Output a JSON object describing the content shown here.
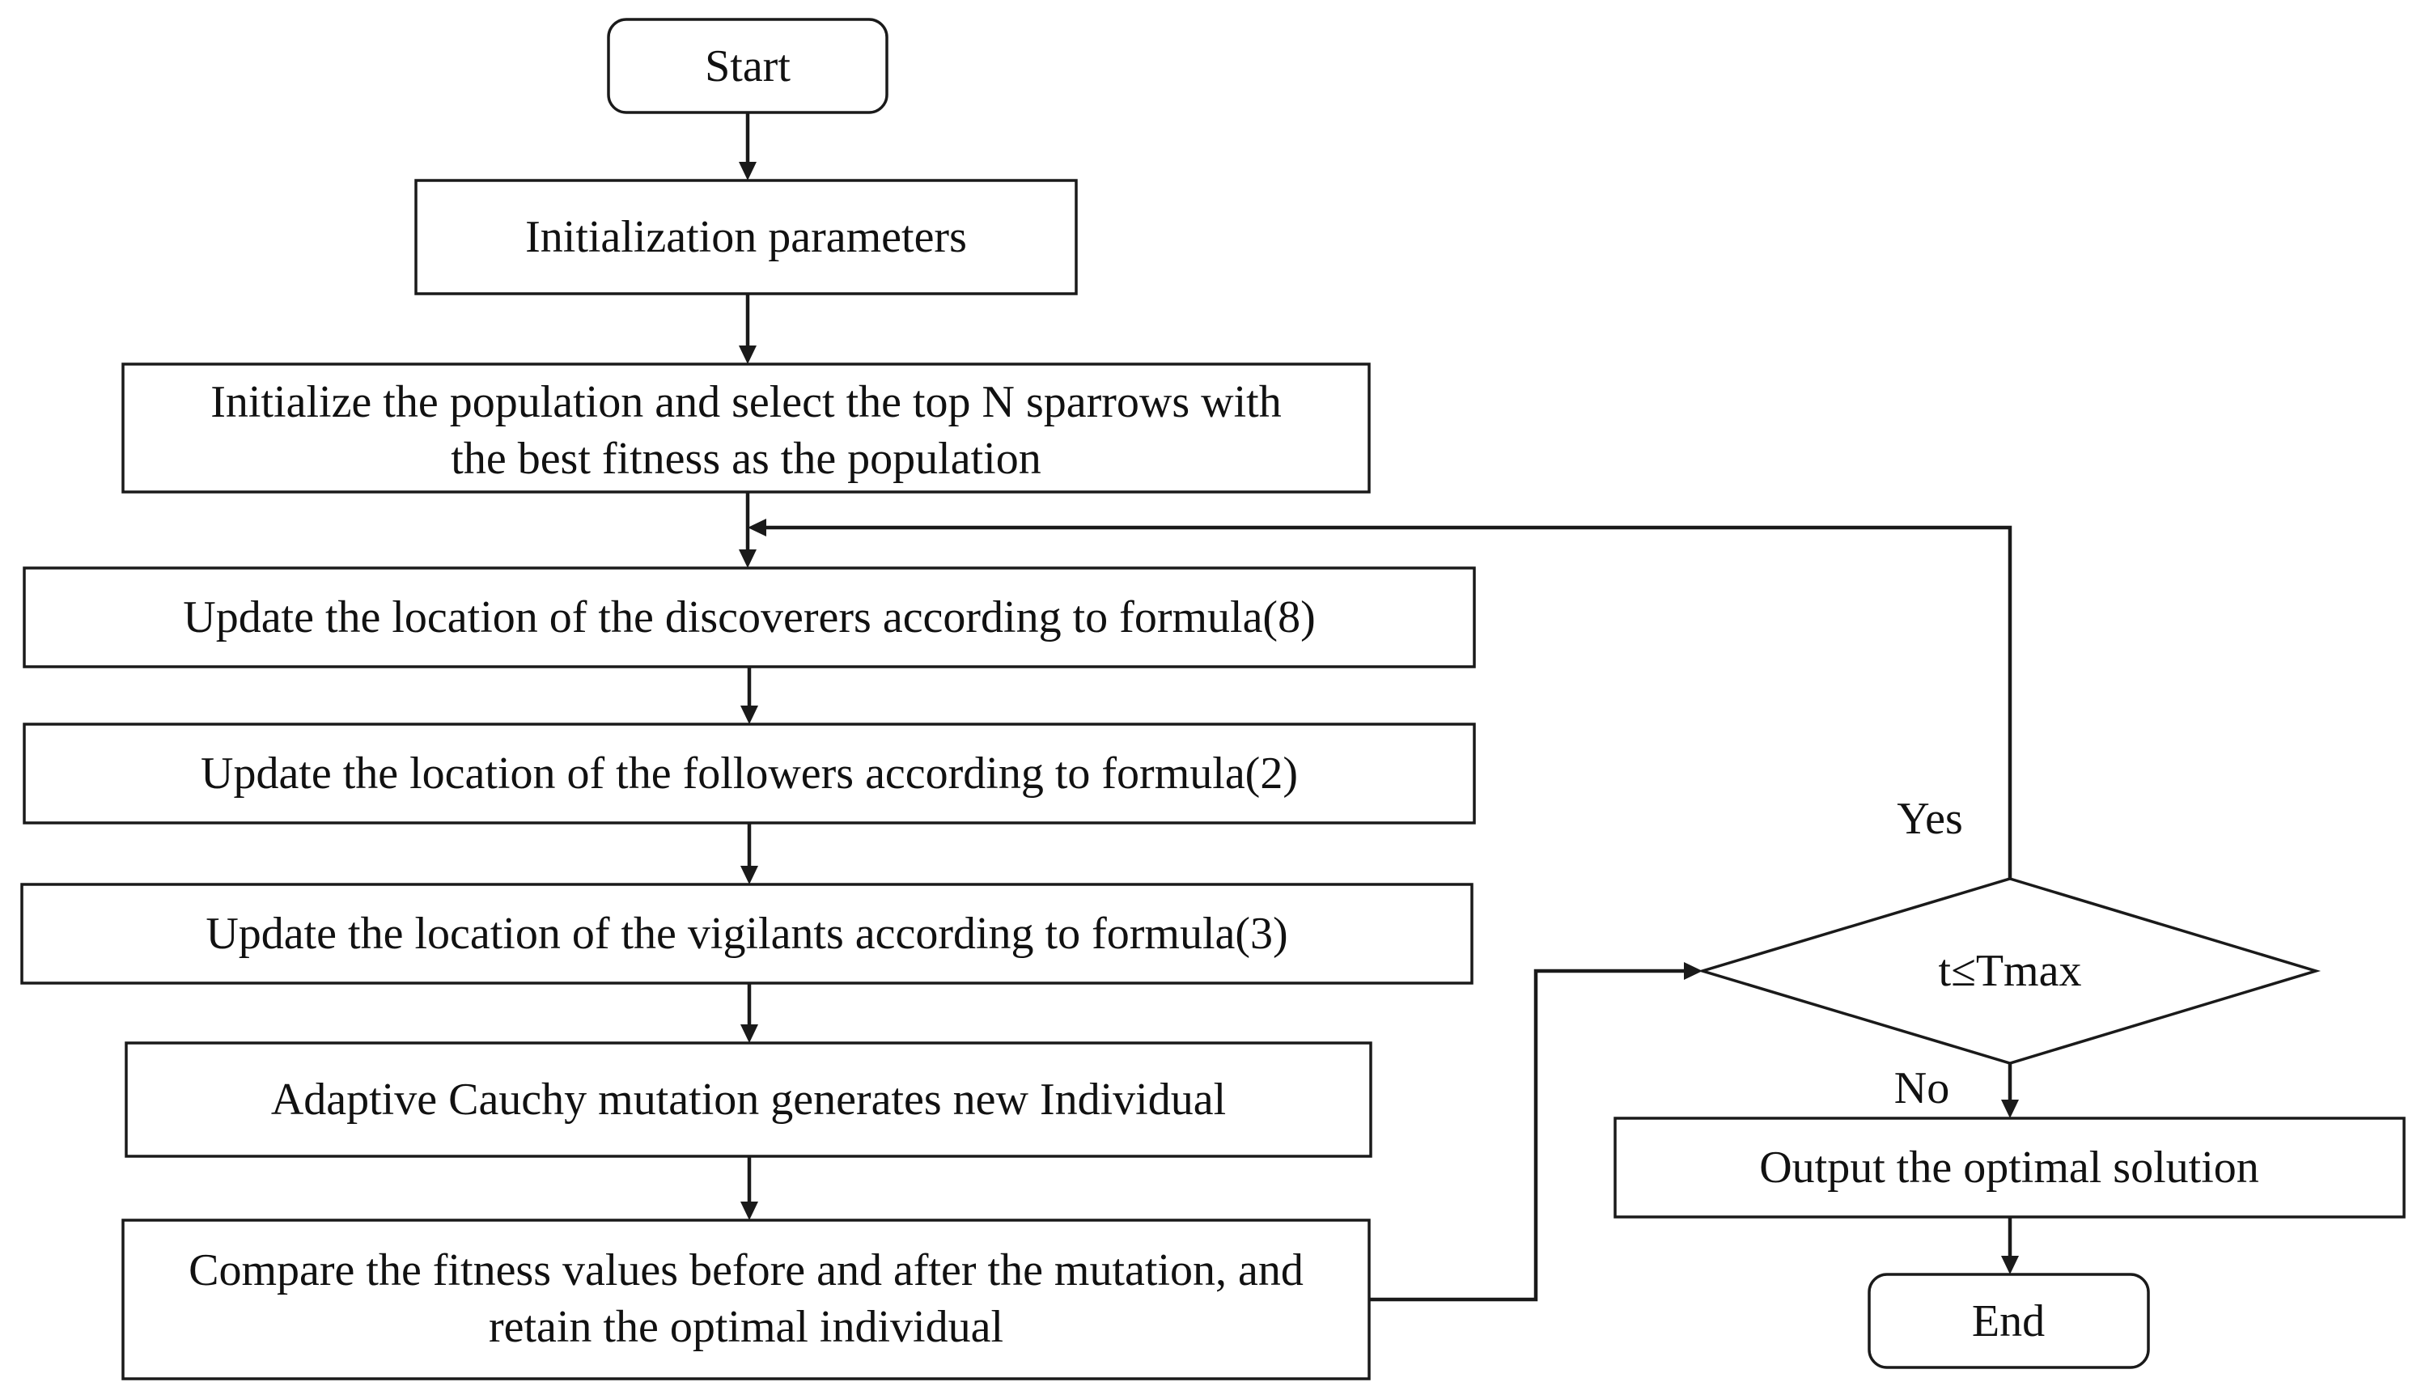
{
  "nodes": {
    "start": "Start",
    "init_params": "Initialization parameters",
    "init_pop_line1": "Initialize the population and select the top N sparrows with",
    "init_pop_line2": "the best fitness as the population",
    "update_discoverers": "Update the location of the discoverers according to formula(8)",
    "update_followers": "Update the location of the followers according to formula(2)",
    "update_vigilants": "Update the location of the vigilants according to formula(3)",
    "cauchy_mutation": "Adaptive Cauchy mutation generates new Individual",
    "compare_line1": "Compare the fitness values before and after the mutation, and",
    "compare_line2": "retain the optimal individual",
    "condition": "t≤Tmax",
    "output": "Output the optimal solution",
    "end": "End"
  },
  "edges": {
    "yes_label": "Yes",
    "no_label": "No"
  }
}
